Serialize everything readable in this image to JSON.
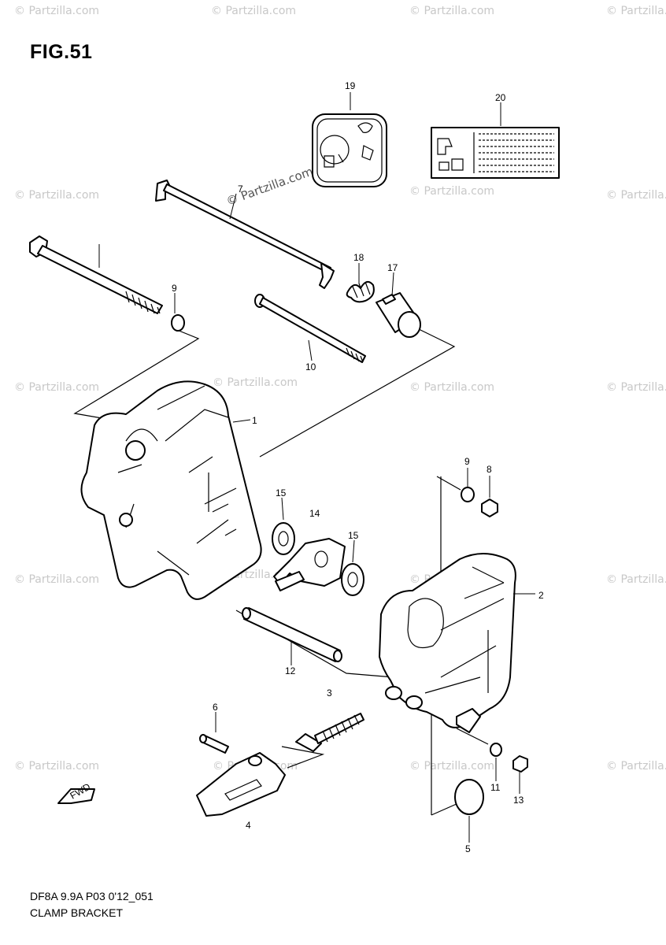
{
  "figure": {
    "title": "FIG.51",
    "code": "DF8A 9.9A P03 0'12_051",
    "name": "CLAMP BRACKET"
  },
  "watermark": {
    "text": "© Partzilla.com",
    "overlay_text": "© Partzilla.com"
  },
  "callouts": [
    {
      "id": "c19",
      "label": "19"
    },
    {
      "id": "c20",
      "label": "20"
    },
    {
      "id": "c7",
      "label": "7"
    },
    {
      "id": "c9a",
      "label": "9"
    },
    {
      "id": "c18",
      "label": "18"
    },
    {
      "id": "c17",
      "label": "17"
    },
    {
      "id": "c10",
      "label": "10"
    },
    {
      "id": "c1",
      "label": "1"
    },
    {
      "id": "c9b",
      "label": "9"
    },
    {
      "id": "c8",
      "label": "8"
    },
    {
      "id": "c15a",
      "label": "15"
    },
    {
      "id": "c14",
      "label": "14"
    },
    {
      "id": "c15b",
      "label": "15"
    },
    {
      "id": "c2",
      "label": "2"
    },
    {
      "id": "c12",
      "label": "12"
    },
    {
      "id": "c3",
      "label": "3"
    },
    {
      "id": "c6",
      "label": "6"
    },
    {
      "id": "c11",
      "label": "11"
    },
    {
      "id": "c13",
      "label": "13"
    },
    {
      "id": "c4",
      "label": "4"
    },
    {
      "id": "c5",
      "label": "5"
    }
  ],
  "fwd_label": "FWD"
}
